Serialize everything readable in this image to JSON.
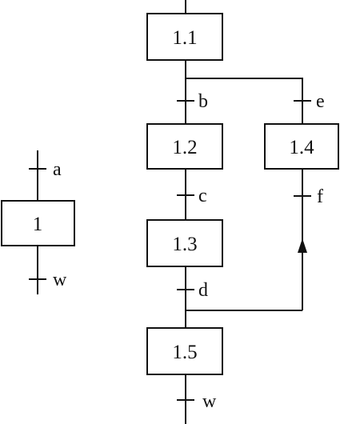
{
  "macro_step": {
    "label": "1",
    "entry_condition": "a",
    "exit_condition": "w"
  },
  "expansion": {
    "steps": [
      {
        "id": "s11",
        "label": "1.1"
      },
      {
        "id": "s12",
        "label": "1.2"
      },
      {
        "id": "s13",
        "label": "1.3"
      },
      {
        "id": "s14",
        "label": "1.4"
      },
      {
        "id": "s15",
        "label": "1.5"
      }
    ],
    "transitions": [
      {
        "id": "b",
        "label": "b"
      },
      {
        "id": "c",
        "label": "c"
      },
      {
        "id": "d",
        "label": "d"
      },
      {
        "id": "e",
        "label": "e"
      },
      {
        "id": "f",
        "label": "f"
      },
      {
        "id": "w",
        "label": "w"
      }
    ]
  },
  "colors": {
    "line": "#111111",
    "background": "#ffffff"
  }
}
